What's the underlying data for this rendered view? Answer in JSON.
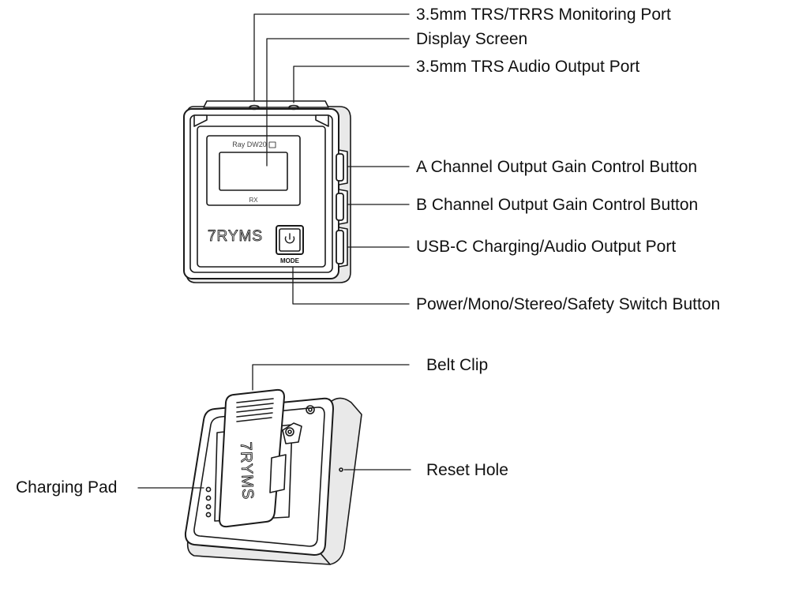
{
  "front_device": {
    "model_text": "Ray DW20",
    "rx_text": "RX",
    "brand_text": "7RYMS",
    "mode_text": "MODE"
  },
  "back_device": {
    "brand_text": "7RYMS"
  },
  "labels": {
    "monitoring_port": "3.5mm TRS/TRRS Monitoring Port",
    "display_screen": "Display Screen",
    "audio_output_port": "3.5mm TRS Audio Output Port",
    "a_channel_gain": "A Channel Output Gain Control Button",
    "b_channel_gain": "B Channel Output Gain Control Button",
    "usb_c_port": "USB-C Charging/Audio Output Port",
    "power_switch": "Power/Mono/Stereo/Safety Switch Button",
    "belt_clip": "Belt Clip",
    "reset_hole": "Reset Hole",
    "charging_pad": "Charging Pad"
  },
  "colors": {
    "line": "#1a1a1a",
    "body_fill": "#ffffff",
    "shadow_fill": "#e9e9e9"
  },
  "icons": {
    "power": "power-icon"
  }
}
